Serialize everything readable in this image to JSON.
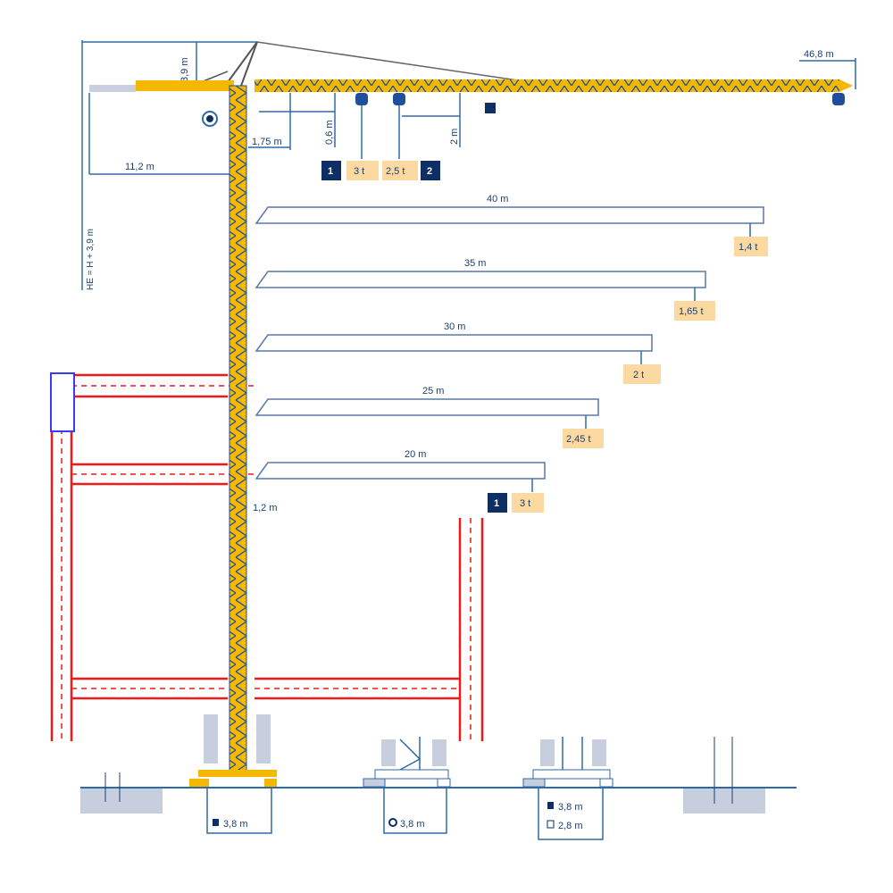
{
  "dimensions": {
    "top_height": "3,9 m",
    "jib_length": "46,8 m",
    "counter_jib": "11,2 m",
    "mast_offset": "1,75 m",
    "hook_offset": "0,6 m",
    "trolley_gap": "2 m",
    "height_label": "HE = H + 3,9 m",
    "mast_width": "1,2 m"
  },
  "hook_loads": {
    "badge_1": "1",
    "load_1": "3 t",
    "load_2": "2,5 t",
    "badge_2": "2"
  },
  "load_curves": [
    {
      "radius": "40 m",
      "load": "1,4 t"
    },
    {
      "radius": "35 m",
      "load": "1,65 t"
    },
    {
      "radius": "30 m",
      "load": "2 t"
    },
    {
      "radius": "25 m",
      "load": "2,45 t"
    },
    {
      "radius": "20 m",
      "load": "3 t",
      "badge": "1"
    }
  ],
  "bases": [
    {
      "dims": [
        "3,8 m"
      ]
    },
    {
      "dims": [
        "3,8 m"
      ]
    },
    {
      "dims": [
        "3,8 m",
        "2,8 m"
      ]
    }
  ],
  "colors": {
    "crane": "#f5b800",
    "lattice": "#1f4f9c",
    "building": "#f01818",
    "dimension": "#2f6aa8"
  }
}
